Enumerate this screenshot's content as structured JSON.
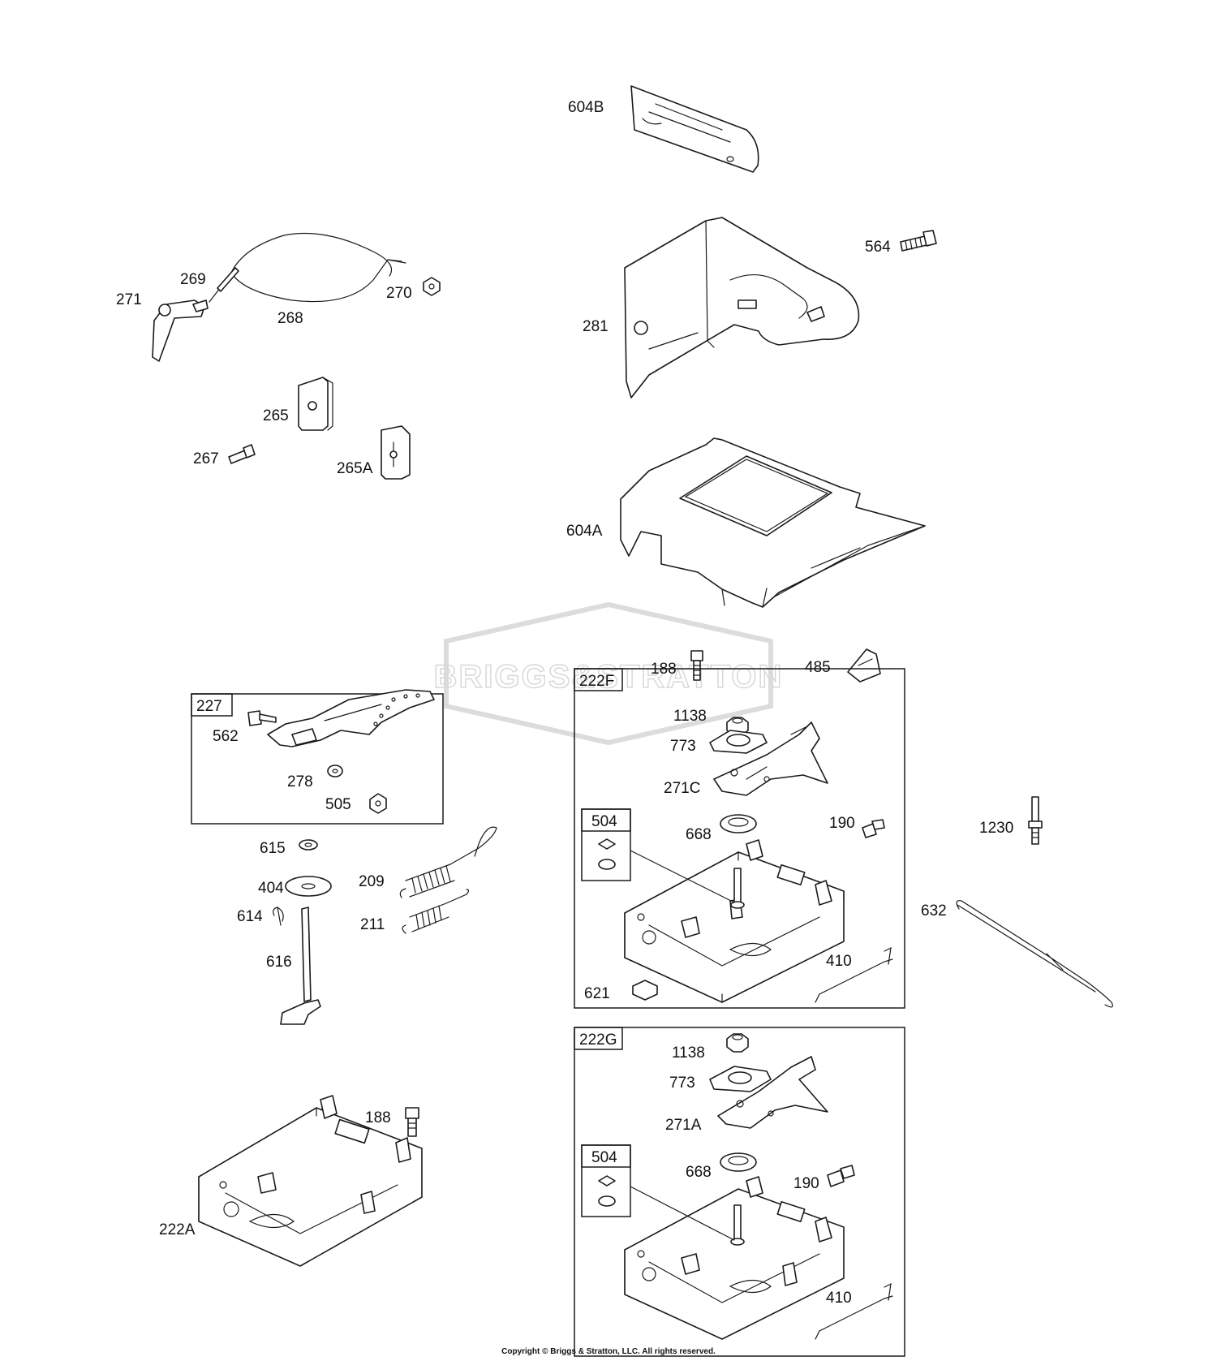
{
  "watermark": "BRIGGS&STRATTON",
  "copyright": "Copyright © Briggs & Stratton, LLC. All rights reserved.",
  "labels": {
    "p604B": "604B",
    "p564": "564",
    "p281": "281",
    "p604A": "604A",
    "p271": "271",
    "p269": "269",
    "p268": "268",
    "p270": "270",
    "p265": "265",
    "p267": "267",
    "p265A": "265A",
    "p188_top": "188",
    "p485": "485",
    "p562": "562",
    "p278": "278",
    "p505": "505",
    "p615": "615",
    "p404": "404",
    "p614": "614",
    "p616": "616",
    "p209": "209",
    "p211": "211",
    "f1138": "1138",
    "f773": "773",
    "f271C": "271C",
    "f668": "668",
    "f190": "190",
    "f410": "410",
    "f621": "621",
    "p1230": "1230",
    "p632": "632",
    "p188_bot": "188",
    "p222A": "222A",
    "g1138": "1138",
    "g773": "773",
    "g271A": "271A",
    "g668": "668",
    "g190": "190",
    "g410": "410"
  },
  "boxes": {
    "b227": "227",
    "b222F": "222F",
    "b504F": "504",
    "b222G": "222G",
    "b504G": "504"
  }
}
